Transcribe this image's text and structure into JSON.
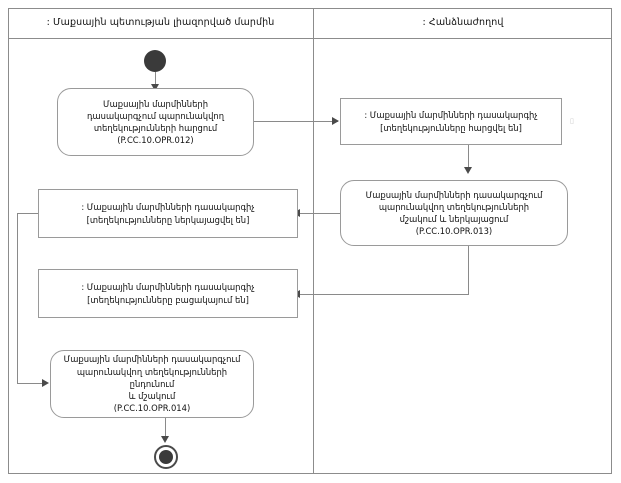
{
  "diagram": {
    "title": "UML Activity Diagram with swimlanes",
    "lanes": [
      {
        "id": "lane-left",
        "label": ": Մաքսային պետության լիազորված մարմին"
      },
      {
        "id": "lane-right",
        "label": ": Հանձնաժողով"
      }
    ],
    "nodes": [
      {
        "id": "initial",
        "type": "initial-node",
        "label": ""
      },
      {
        "id": "activity-opr-012",
        "type": "activity",
        "shape": "rounded",
        "lane": "lane-left",
        "label": "Մաքսային մարմինների\nդասակարգչում պարունակվող\nտեղեկությունների հարցում\n(P.CC.10.OPR.012)"
      },
      {
        "id": "object-requested",
        "type": "object-node",
        "shape": "rectangle",
        "lane": "lane-right",
        "label": ": Մաքսային մարմինների դասակարգիչ\n[տեղեկությունները հարցվել են]"
      },
      {
        "id": "activity-opr-013",
        "type": "activity",
        "shape": "rounded",
        "lane": "lane-right",
        "label": "Մաքսային մարմինների դասակարգչում\nպարունակվող տեղեկությունների\nմշակում և ներկայացում\n(P.CC.10.OPR.013)"
      },
      {
        "id": "object-presented",
        "type": "object-node",
        "shape": "rectangle",
        "lane": "lane-left",
        "label": ": Մաքսային մարմինների դասակարգիչ\n[տեղեկությունները ներկայացվել են]"
      },
      {
        "id": "object-absent",
        "type": "object-node",
        "shape": "rectangle",
        "lane": "lane-left",
        "label": ": Մաքսային մարմինների դասակարգիչ\n[տեղեկությունները բացակայում են]"
      },
      {
        "id": "activity-opr-014",
        "type": "activity",
        "shape": "rounded",
        "lane": "lane-left",
        "label": "Մաքսային մարմինների դասակարգչում\nպարունակվող տեղեկությունների ընդունում\nև մշակում\n(P.CC.10.OPR.014)"
      },
      {
        "id": "final",
        "type": "final-node",
        "label": ""
      }
    ],
    "edges": [
      {
        "id": "edge-initial-to-012",
        "from": "initial",
        "to": "activity-opr-012"
      },
      {
        "id": "edge-012-to-requested",
        "from": "activity-opr-012",
        "to": "object-requested"
      },
      {
        "id": "edge-requested-to-013",
        "from": "object-requested",
        "to": "activity-opr-013"
      },
      {
        "id": "edge-013-to-presented",
        "from": "activity-opr-013",
        "to": "object-presented"
      },
      {
        "id": "edge-013-to-absent",
        "from": "activity-opr-013",
        "to": "object-absent"
      },
      {
        "id": "edge-presented-to-014",
        "from": "object-presented",
        "to": "activity-opr-014"
      },
      {
        "id": "edge-014-to-final",
        "from": "activity-opr-014",
        "to": "final"
      }
    ],
    "colors": {
      "frame": "#8c8c8c",
      "node_border": "#9a9a9a",
      "edge": "#8a8a8a",
      "control_node": "#3a3a3a",
      "background": "#ffffff",
      "text": "#111111"
    },
    "artifact": {
      "glyph": "▯"
    }
  }
}
